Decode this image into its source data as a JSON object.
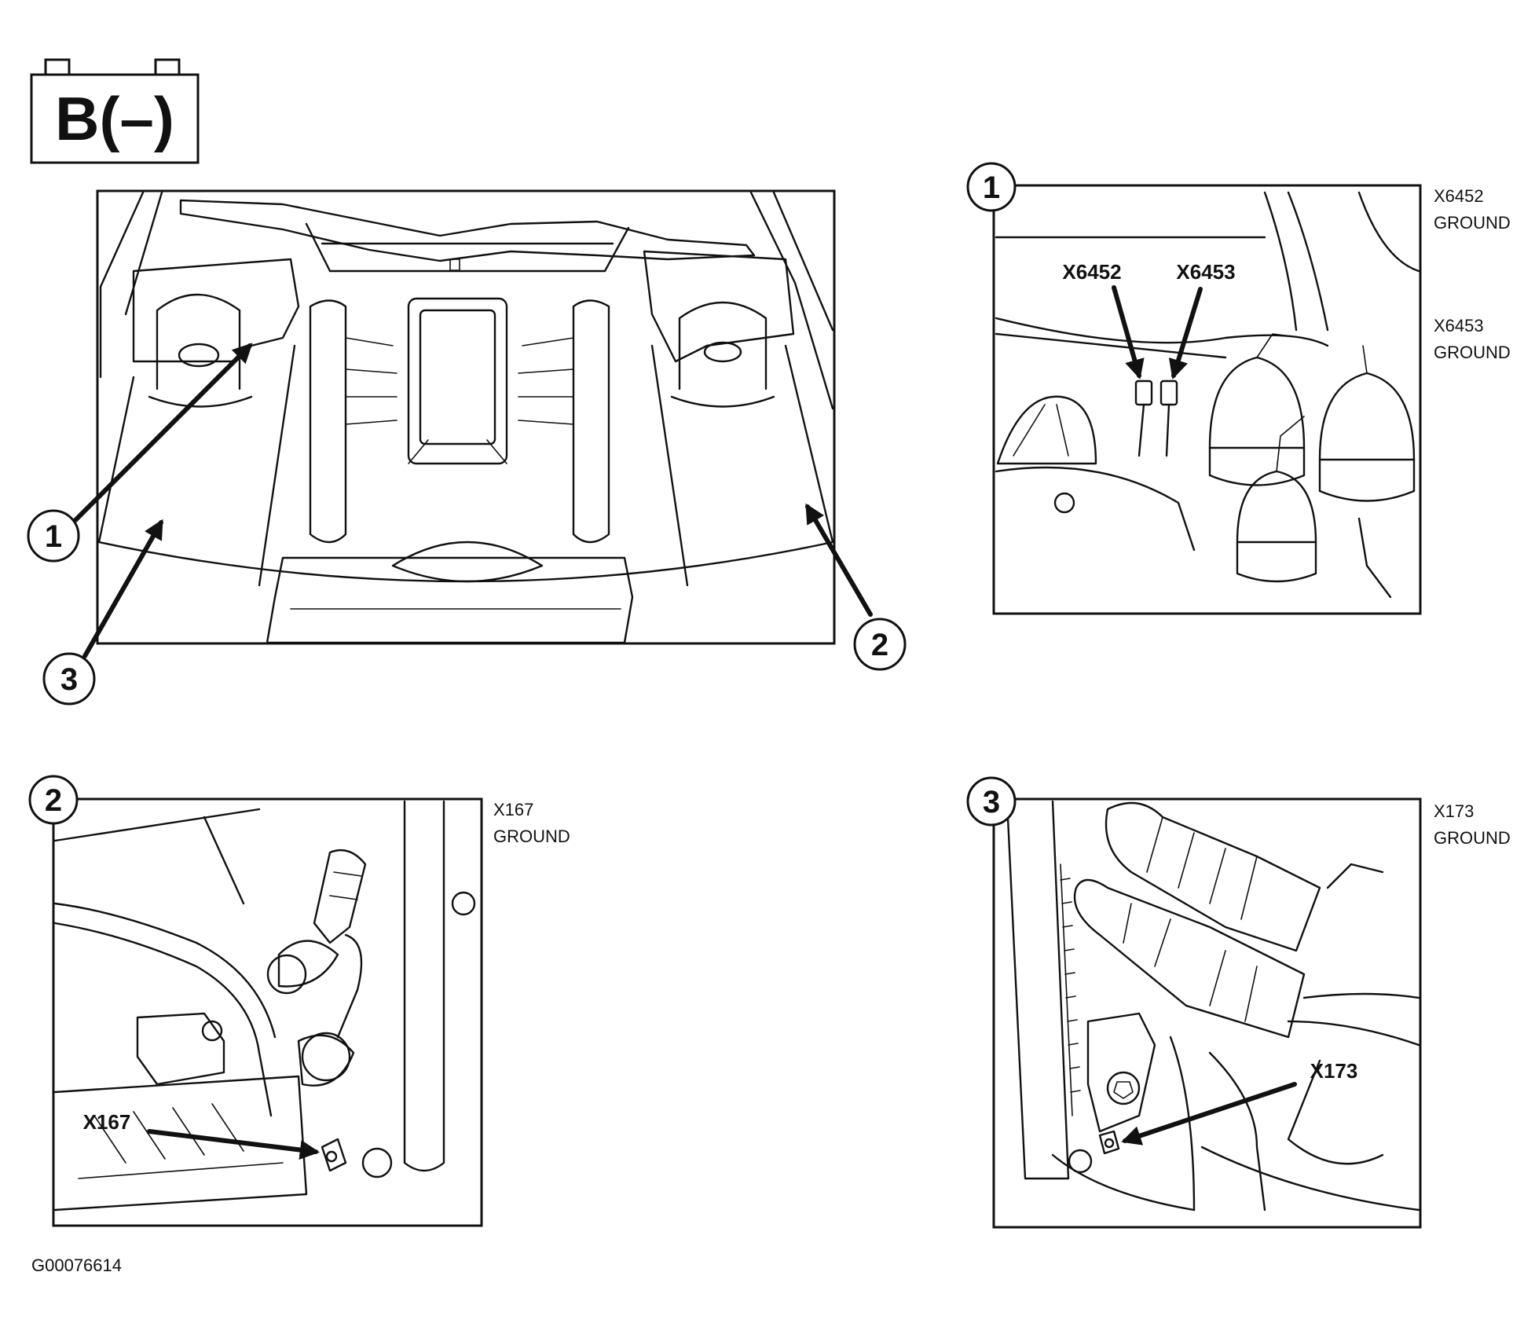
{
  "battery_label": "B(–)",
  "overview": {
    "callouts": [
      "1",
      "2",
      "3"
    ]
  },
  "views": [
    {
      "number": "1",
      "side_labels": [
        {
          "connector": "X6452",
          "desc": "GROUND"
        },
        {
          "connector": "X6453",
          "desc": "GROUND"
        }
      ],
      "callouts": [
        "X6452",
        "X6453"
      ]
    },
    {
      "number": "2",
      "side_labels": [
        {
          "connector": "X167",
          "desc": "GROUND"
        }
      ],
      "callouts": [
        "X167"
      ]
    },
    {
      "number": "3",
      "side_labels": [
        {
          "connector": "X173",
          "desc": "GROUND"
        }
      ],
      "callouts": [
        "X173"
      ]
    }
  ],
  "figure_id": "G00076614"
}
